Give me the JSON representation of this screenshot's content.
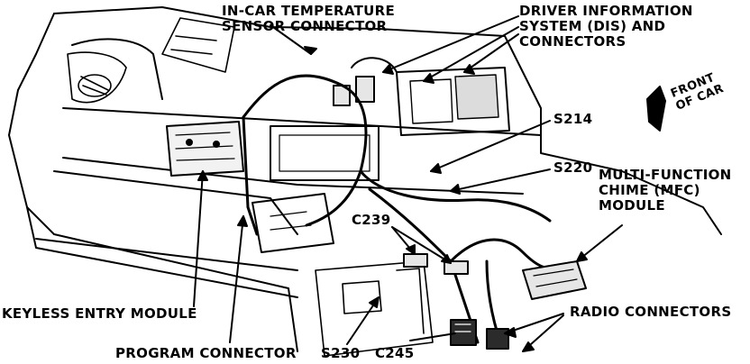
{
  "labels": {
    "in_car_temp_sensor": [
      "IN-CAR TEMPERATURE",
      "SENSOR CONNECTOR"
    ],
    "dis": [
      "DRIVER INFORMATION",
      "SYSTEM (DIS) AND",
      "CONNECTORS"
    ],
    "front_of_car": [
      "FRONT",
      "OF CAR"
    ],
    "s214": "S214",
    "s220": "S220",
    "mfc": [
      "MULTI-FUNCTION",
      "CHIME (MFC)",
      "MODULE"
    ],
    "c239": "C239",
    "keyless": "KEYLESS ENTRY MODULE",
    "radio": "RADIO CONNECTORS",
    "program": "PROGRAM CONNECTOR",
    "s230": "S230",
    "c245": "C245"
  },
  "colors": {
    "ink": "#000000",
    "paper": "#ffffff"
  }
}
